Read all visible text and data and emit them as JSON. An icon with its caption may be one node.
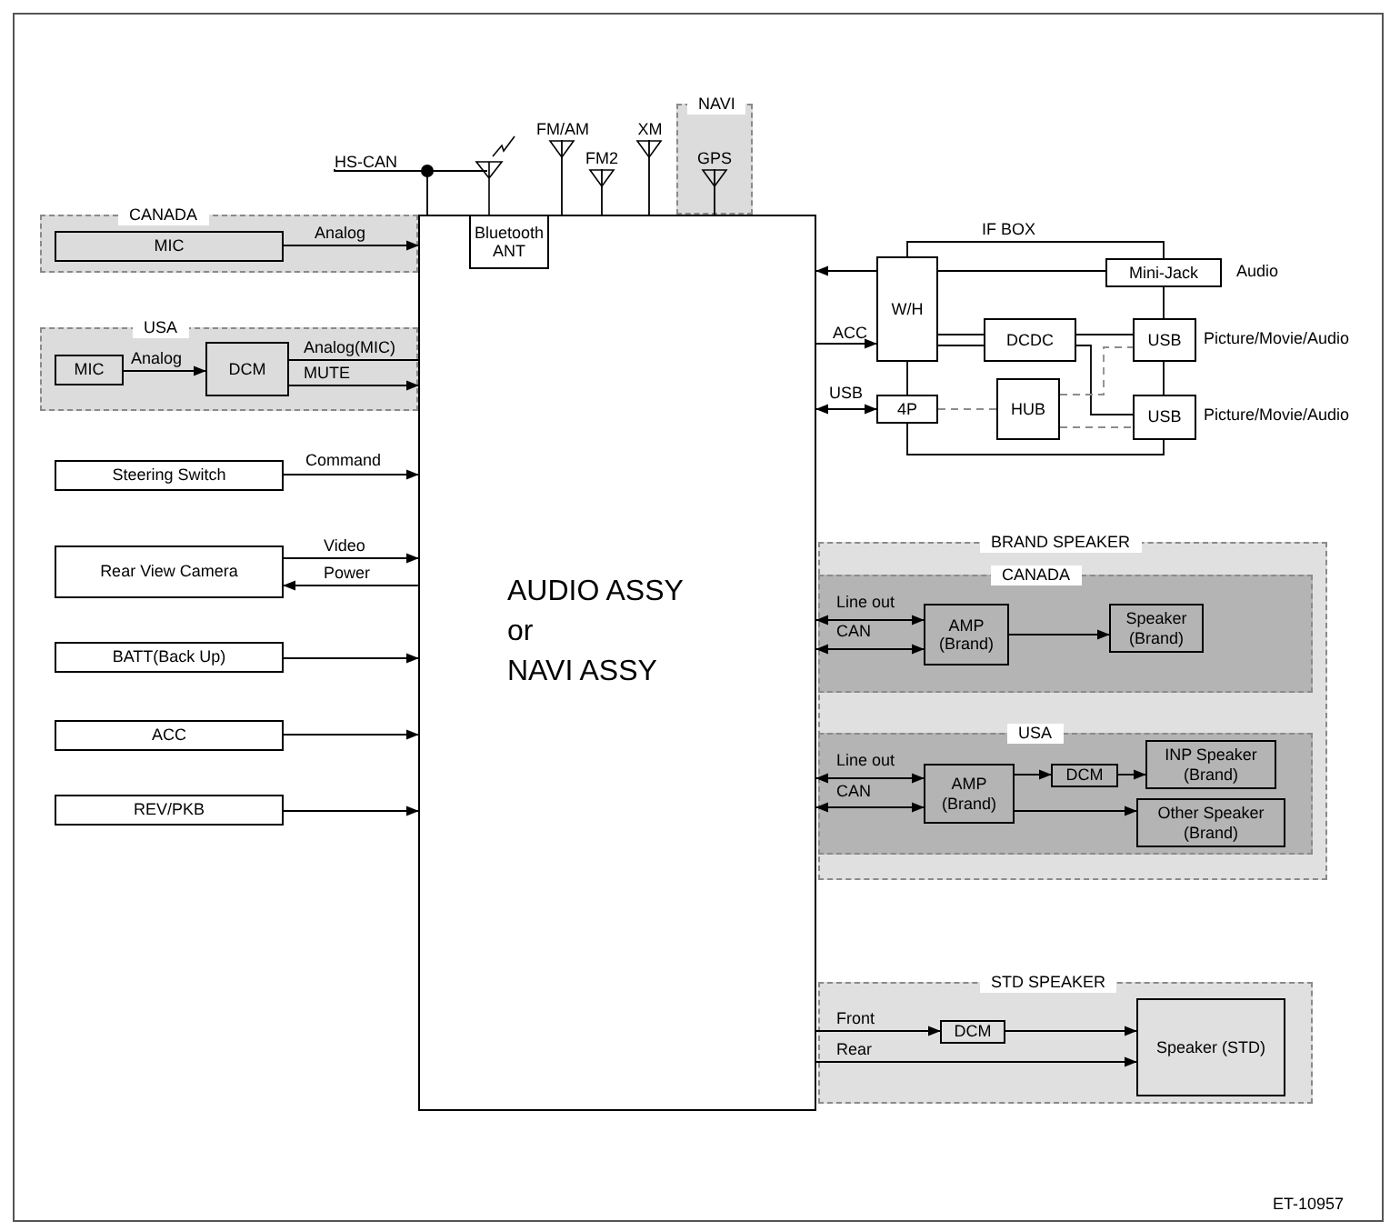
{
  "diagram": {
    "nodes": [
      {
        "text": [
          "CANADA"
        ]
      },
      {
        "text": [
          "MIC"
        ],
        "in": 0
      },
      {
        "text": [
          "USA"
        ]
      },
      {
        "text": [
          "MIC"
        ],
        "in": 2
      },
      {
        "text": [
          "DCM"
        ],
        "in": 2
      },
      {
        "text": [
          "HS-CAN"
        ]
      },
      {
        "text": [
          "FM/AM"
        ]
      },
      {
        "text": [
          "FM2"
        ]
      },
      {
        "text": [
          "XM"
        ]
      },
      {
        "text": [
          "NAVI"
        ]
      },
      {
        "text": [
          "GPS"
        ],
        "in": 9
      },
      {
        "text": [
          "AUDIO ASSY or NAVI ASSY"
        ]
      },
      {
        "text": [
          "Bluetooth ANT"
        ],
        "in": 11
      },
      {
        "text": [
          "W/H"
        ]
      },
      {
        "text": [
          "Mini-Jack"
        ],
        "beside": [
          "Audio"
        ]
      },
      {
        "text": [
          "DCDC"
        ]
      },
      {
        "text": [
          "USB"
        ],
        "beside": [
          "Picture/Movie/Audio"
        ]
      },
      {
        "text": [
          "4P"
        ]
      },
      {
        "text": [
          "HUB"
        ]
      },
      {
        "text": [
          "USB"
        ],
        "beside": [
          "Picture/Movie/Audio"
        ]
      },
      {
        "text": [
          "Steering Switch"
        ]
      },
      {
        "text": [
          "Rear View Camera"
        ]
      },
      {
        "text": [
          "BRAND SPEAKER"
        ]
      },
      {
        "text": [
          "CANADA"
        ],
        "in": 22
      },
      {
        "text": [
          "AMP (Brand)"
        ],
        "in": 23
      },
      {
        "text": [
          "Speaker (Brand)"
        ],
        "in": 23
      },
      {
        "text": [
          "BATT(Back Up)"
        ]
      },
      {
        "text": [
          "USA"
        ],
        "in": 22
      },
      {
        "text": [
          "AMP (Brand)"
        ],
        "in": 27
      },
      {
        "text": [
          "DCM"
        ],
        "in": 27
      },
      {
        "text": [
          "INP Speaker (Brand)"
        ],
        "in": 27
      },
      {
        "text": [
          "Other Speaker (Brand)"
        ],
        "in": 27
      },
      {
        "text": [
          "ACC"
        ]
      },
      {
        "text": [
          "REV/PKB"
        ]
      },
      {
        "text": [
          "STD SPEAKER"
        ]
      },
      {
        "text": [
          "DCM"
        ],
        "in": 34
      },
      {
        "text": [
          "Speaker (STD)"
        ],
        "in": 34
      }
    ],
    "edges": [
      {
        "from": 1,
        "to": 11,
        "arrow": "to",
        "label": "Analog"
      },
      {
        "from": 3,
        "to": 4,
        "arrow": "to",
        "label": "Analog"
      },
      {
        "from": 4,
        "to": 11,
        "arrow": "none",
        "label": "Analog(MIC)"
      },
      {
        "from": 4,
        "to": 11,
        "arrow": "to",
        "label": "MUTE"
      },
      {
        "from": 5,
        "to": 11,
        "arrow": "none"
      },
      {
        "from": 6,
        "to": 11,
        "arrow": "other"
      },
      {
        "from": 7,
        "to": 11,
        "arrow": "other"
      },
      {
        "from": 8,
        "to": 11,
        "arrow": "other"
      },
      {
        "from": 10,
        "to": 11,
        "arrow": "other"
      },
      {
        "from": 13,
        "to": 11,
        "arrow": "to"
      },
      {
        "from": 11,
        "to": 13,
        "arrow": "to",
        "label": "ACC"
      },
      {
        "from": 11,
        "to": 17,
        "arrow": "both",
        "label": "USB"
      },
      {
        "from": 13,
        "to": 14,
        "arrow": "none"
      },
      {
        "from": 13,
        "to": 14,
        "arrow": "none"
      },
      {
        "from": 14,
        "to": 16,
        "arrow": "none"
      },
      {
        "from": 16,
        "to": 19,
        "arrow": "none"
      },
      {
        "from": 13,
        "to": 17,
        "arrow": "none"
      },
      {
        "from": 17,
        "to": 19,
        "arrow": "none"
      },
      {
        "from": 13,
        "to": 15,
        "arrow": "none"
      },
      {
        "from": 13,
        "to": 15,
        "arrow": "none"
      },
      {
        "from": 15,
        "to": 16,
        "arrow": "none"
      },
      {
        "from": 15,
        "to": 19,
        "arrow": "none"
      },
      {
        "from": 17,
        "to": 18,
        "arrow": "none",
        "style": "dashed",
        "color": "#8c8c8c"
      },
      {
        "from": 18,
        "to": 16,
        "arrow": "none",
        "style": "dashed",
        "color": "#8c8c8c"
      },
      {
        "from": 18,
        "to": 19,
        "arrow": "none",
        "style": "dashed",
        "color": "#8c8c8c"
      },
      {
        "from": 20,
        "to": 11,
        "arrow": "to",
        "label": "Command"
      },
      {
        "from": 21,
        "to": 11,
        "arrow": "to",
        "label": "Video"
      },
      {
        "from": 11,
        "to": 21,
        "arrow": "to",
        "label": "Power"
      },
      {
        "from": 26,
        "to": 11,
        "arrow": "to"
      },
      {
        "from": 32,
        "to": 11,
        "arrow": "to"
      },
      {
        "from": 33,
        "to": 11,
        "arrow": "to"
      },
      {
        "from": 11,
        "to": 24,
        "arrow": "both",
        "label": "Line out"
      },
      {
        "from": 11,
        "to": 24,
        "arrow": "both",
        "label": "CAN"
      },
      {
        "from": 24,
        "to": 25,
        "arrow": "to"
      },
      {
        "from": 11,
        "to": 28,
        "arrow": "both",
        "label": "Line out"
      },
      {
        "from": 11,
        "to": 28,
        "arrow": "both",
        "label": "CAN"
      },
      {
        "from": 28,
        "to": 29,
        "arrow": "to"
      },
      {
        "from": 29,
        "to": 30,
        "arrow": "to"
      },
      {
        "from": 28,
        "to": 31,
        "arrow": "to"
      },
      {
        "from": 11,
        "to": 35,
        "arrow": "to",
        "label": "Front"
      },
      {
        "from": 35,
        "to": 36,
        "arrow": "to"
      },
      {
        "from": 11,
        "to": 36,
        "arrow": "to",
        "label": "Rear"
      }
    ],
    "labels": [
      "IF BOX",
      "ET-10957"
    ]
  }
}
